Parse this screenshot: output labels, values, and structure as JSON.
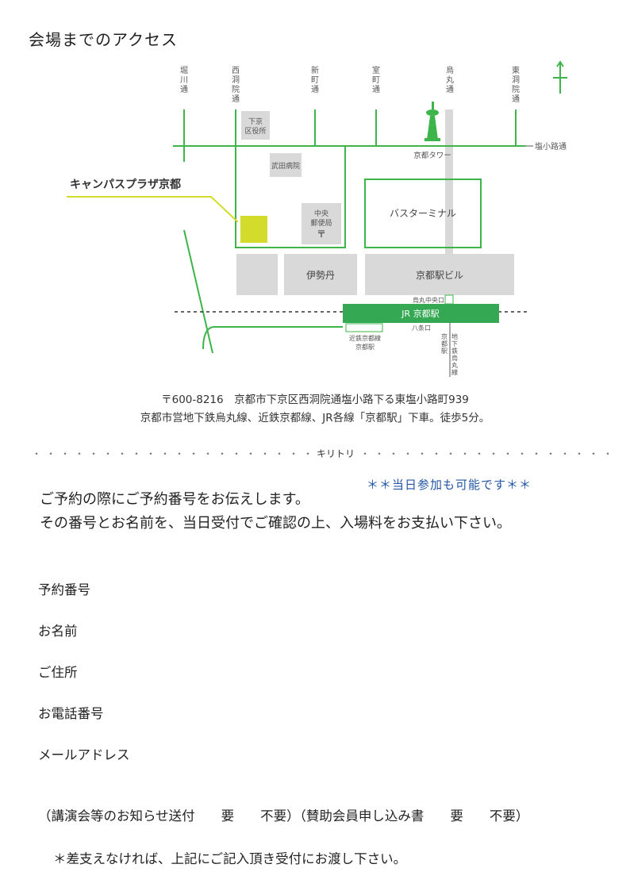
{
  "title": "会場までのアクセス",
  "map": {
    "streets": [
      {
        "id": "horikawa",
        "chars": [
          "堀",
          "川",
          "通"
        ]
      },
      {
        "id": "nishinotoin",
        "chars": [
          "西",
          "洞",
          "院",
          "通"
        ]
      },
      {
        "id": "shinmachi",
        "chars": [
          "新",
          "町",
          "通"
        ]
      },
      {
        "id": "muromachi",
        "chars": [
          "室",
          "町",
          "通"
        ]
      },
      {
        "id": "karasuma",
        "chars": [
          "烏",
          "丸",
          "通"
        ]
      },
      {
        "id": "higashinotoin",
        "chars": [
          "東",
          "洞",
          "院",
          "通"
        ]
      }
    ],
    "shiokoji": "塩小路通",
    "shimogyo_ward": [
      "下京",
      "区役所"
    ],
    "takeda_hospital": "武田病院",
    "kyoto_tower": "京都タワー",
    "venue": "キャンパスプラザ京都",
    "post_office": [
      "中央",
      "郵便局"
    ],
    "post_mark": "〒",
    "bus_terminal": "バスターミナル",
    "isetan": "伊勢丹",
    "station_building": "京都駅ビル",
    "karasuma_central_exit": "烏丸中央口",
    "jr_station": "JR 京都駅",
    "hachijo_exit": "八条口",
    "kintetsu": [
      "近鉄京都線",
      "京都駅"
    ],
    "subway_kyoto": [
      "京",
      "都",
      "駅"
    ],
    "subway_line": [
      "地",
      "下",
      "鉄",
      "烏",
      "丸",
      "線"
    ]
  },
  "address": {
    "line1": "〒600-8216　京都市下京区西洞院通塩小路下る東塩小路町939",
    "line2": "京都市営地下鉄烏丸線、近鉄京都線、JR各線「京都駅」下車。徒歩5分。"
  },
  "cutline": {
    "label": "キリトリ",
    "dots": "・・・・・・・・・・・・・・・・・・・・・・・・・・・・・・・・・・・・・・・・・・・・・・・・・・・・・・・・・・"
  },
  "notice": {
    "line1": "ご予約の際にご予約番号をお伝えします。",
    "line2": "その番号とお名前を、当日受付でご確認の上、入場料をお支払い下さい。",
    "available": "＊＊当日参加も可能です＊＊"
  },
  "form": {
    "reservation_number": "予約番号",
    "name": "お名前",
    "address": "ご住所",
    "phone": "お電話番号",
    "email": "メールアドレス"
  },
  "options": "（講演会等のお知らせ送付　　要　　不要）（賛助会員申し込み書　　要　　不要）",
  "note": "＊差支えなければ、上記にご記入頂き受付にお渡し下さい。",
  "colors": {
    "road": "#3db54a",
    "jr_bar": "#34a853",
    "venue": "#d4dc2b",
    "building": "#d9d9d9",
    "address_blue": "#2456a6"
  }
}
